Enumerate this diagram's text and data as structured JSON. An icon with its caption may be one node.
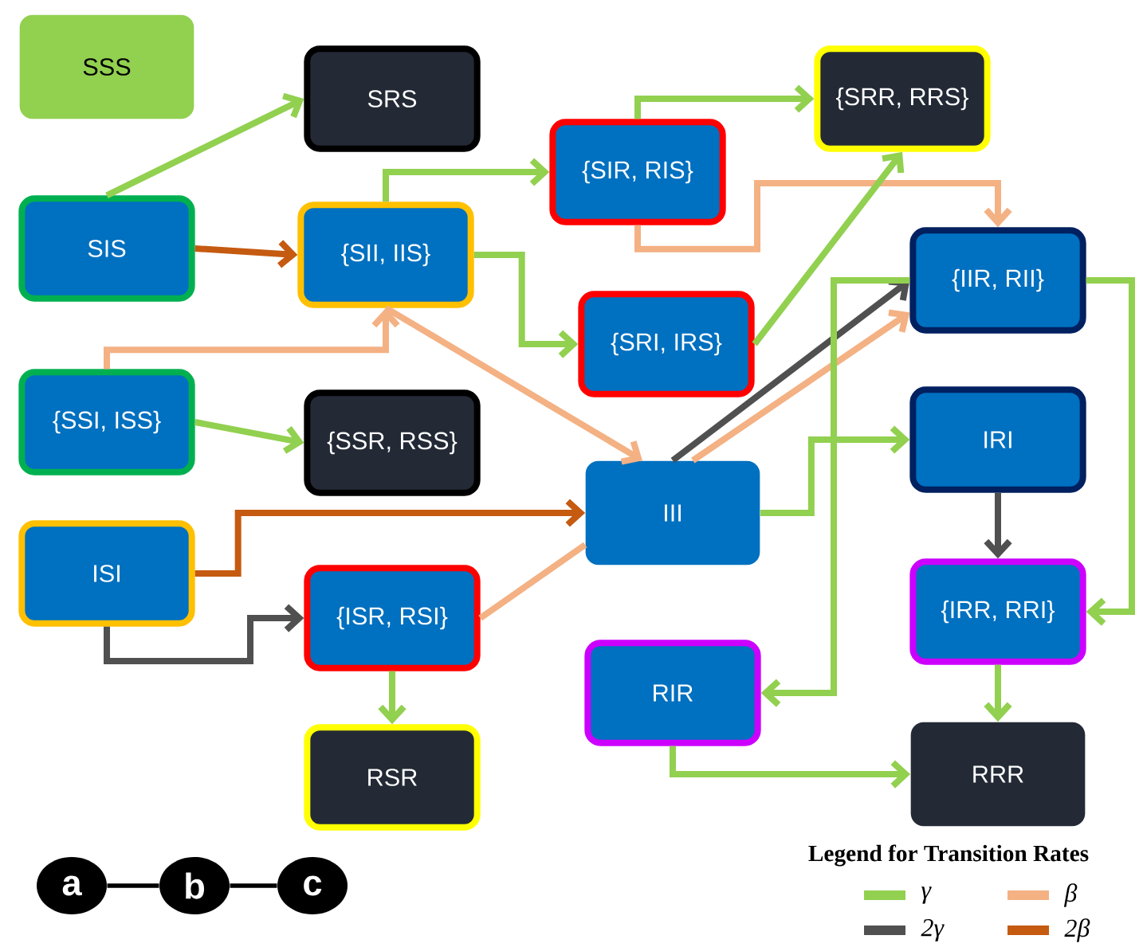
{
  "diagram": {
    "nodes": [
      {
        "text": [
          "SSS"
        ]
      },
      {
        "text": [
          "SRS"
        ]
      },
      {
        "text": [
          "SIS"
        ]
      },
      {
        "text": [
          "{SII, IIS}"
        ]
      },
      {
        "text": [
          "{SIR, RIS}"
        ]
      },
      {
        "text": [
          "{SRR, RRS}"
        ]
      },
      {
        "text": [
          "{SRI, IRS}"
        ]
      },
      {
        "text": [
          "{SSI, ISS}"
        ]
      },
      {
        "text": [
          "{SSR, RSS}"
        ]
      },
      {
        "text": [
          "{IIR, RII}"
        ]
      },
      {
        "text": [
          "III"
        ]
      },
      {
        "text": [
          "IRI"
        ]
      },
      {
        "text": [
          "ISI"
        ]
      },
      {
        "text": [
          "{ISR, RSI}"
        ]
      },
      {
        "text": [
          "{IRR, RRI}"
        ]
      },
      {
        "text": [
          "RIR"
        ]
      },
      {
        "text": [
          "RSR"
        ]
      },
      {
        "text": [
          "RRR"
        ]
      },
      {
        "text": [
          "a"
        ]
      },
      {
        "text": [
          "b"
        ]
      },
      {
        "text": [
          "c"
        ]
      }
    ],
    "edges": [
      {
        "from": 2,
        "to": 1,
        "arrow": "to"
      },
      {
        "from": 2,
        "to": 3,
        "arrow": "to",
        "color": "#c55a11"
      },
      {
        "from": 3,
        "to": 4,
        "arrow": "to"
      },
      {
        "from": 3,
        "to": 6,
        "arrow": "to"
      },
      {
        "from": 7,
        "to": 3,
        "arrow": "to",
        "color": "#f4b183"
      },
      {
        "from": 7,
        "to": 8,
        "arrow": "to"
      },
      {
        "from": 3,
        "to": 10,
        "arrow": "to",
        "color": "#f4b183"
      },
      {
        "from": 4,
        "to": 5,
        "arrow": "to"
      },
      {
        "from": 4,
        "to": 9,
        "arrow": "to",
        "color": "#f4b183"
      },
      {
        "from": 6,
        "to": 5,
        "arrow": "to"
      },
      {
        "from": 10,
        "to": 9,
        "arrow": "to",
        "color": "#505050"
      },
      {
        "from": 10,
        "to": 9,
        "arrow": "to",
        "color": "#f4b183"
      },
      {
        "from": 12,
        "to": 10,
        "arrow": "to",
        "color": "#c55a11"
      },
      {
        "from": 12,
        "to": 13,
        "arrow": "to",
        "color": "#505050"
      },
      {
        "from": 13,
        "to": 16,
        "arrow": "to"
      },
      {
        "from": 10,
        "to": 11,
        "arrow": "to"
      },
      {
        "from": 9,
        "to": 15,
        "arrow": "to"
      },
      {
        "from": 11,
        "to": 14,
        "arrow": "to",
        "color": "#505050"
      },
      {
        "from": 9,
        "to": 14,
        "arrow": "to"
      },
      {
        "from": 14,
        "to": 17,
        "arrow": "to"
      },
      {
        "from": 15,
        "to": 17,
        "arrow": "to"
      },
      {
        "from": 18,
        "to": 19,
        "arrow": "none",
        "color": "#000000"
      },
      {
        "from": 19,
        "to": 20,
        "arrow": "none",
        "color": "#000000"
      },
      {
        "from": 13,
        "to": 10,
        "arrow": "none",
        "color": "#f4b183"
      }
    ],
    "labels": [
      "Legend for Transition Rates"
    ],
    "legend": [
      {
        "text": "γ",
        "color": "#92d050"
      },
      {
        "text": "β",
        "color": "#f4b183"
      },
      {
        "text": "2γ",
        "color": "#505050"
      },
      {
        "text": "2β",
        "color": "#c55a11"
      }
    ]
  }
}
